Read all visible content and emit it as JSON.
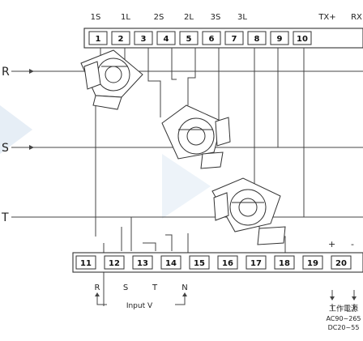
{
  "top_labels": [
    "1S",
    "1L",
    "2S",
    "2L",
    "3S",
    "3L",
    "TX+",
    "RX"
  ],
  "top_terminals": [
    "1",
    "2",
    "3",
    "4",
    "5",
    "6",
    "7",
    "8",
    "9",
    "10"
  ],
  "phase_labels": [
    "R",
    "S",
    "T"
  ],
  "bottom_terminals": [
    "11",
    "12",
    "13",
    "14",
    "15",
    "16",
    "17",
    "18",
    "19",
    "20"
  ],
  "input_labels": [
    "R",
    "S",
    "T",
    "N"
  ],
  "input_caption": "Input V",
  "supply_plus": "+",
  "supply_minus": "-",
  "power_label_cn": "工作電源",
  "power_ac": "AC90~265",
  "power_dc": "DC20~55",
  "colors": {
    "line": "#444444",
    "text": "#222222",
    "watermark": "#dce8f2"
  }
}
